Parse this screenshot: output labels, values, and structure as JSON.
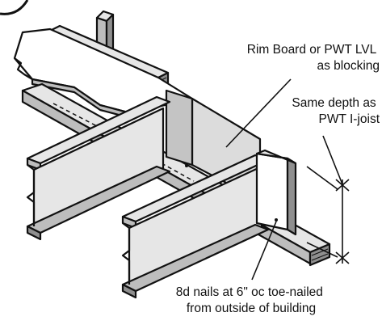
{
  "colors": {
    "ink": "#111111",
    "light": "#e6e6e6",
    "mid": "#bdbdbd",
    "dark": "#8f8f8f",
    "white": "#ffffff"
  },
  "labels": {
    "rim_board": [
      "Rim Board or PWT LVL",
      "as blocking"
    ],
    "same_depth": [
      "Same depth as",
      "PWT I-joist"
    ],
    "nails": [
      "8d nails at 6\" oc toe-nailed",
      "from outside of building"
    ]
  }
}
